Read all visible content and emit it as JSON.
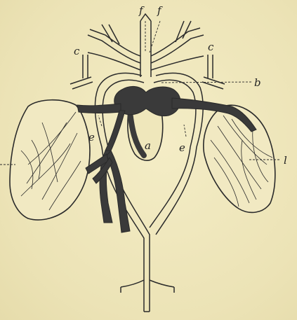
{
  "figure": {
    "labels": {
      "f_left": "f",
      "f_right": "f",
      "c_left": "c",
      "c_right": "c",
      "b": "b",
      "e_left": "e",
      "a": "a",
      "e_right": "e",
      "l": "l"
    },
    "colors": {
      "paper": "#efe7bb",
      "ink": "#2a2a2a",
      "vessel_dark": "#3a3a3a"
    }
  }
}
